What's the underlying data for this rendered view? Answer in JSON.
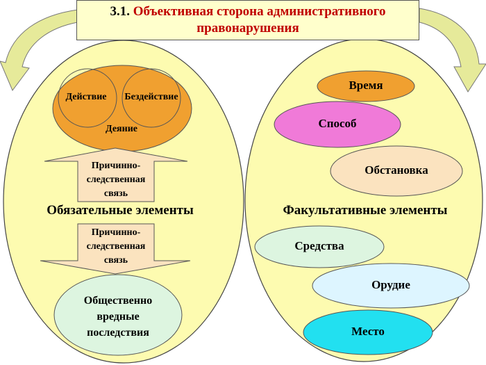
{
  "title": {
    "number": "3.1",
    "separator": ".",
    "line1": "Объективная сторона административного",
    "line2": "правонарушения"
  },
  "left": {
    "action": "Действие",
    "inaction": "Бездействие",
    "act": "Деяние",
    "causal_top": [
      "Причинно-",
      "следственная",
      "связь"
    ],
    "heading": "Обязательные элементы",
    "causal_bottom": [
      "Причинно-",
      "следственная",
      "связь"
    ],
    "consequences": [
      "Общественно",
      "вредные",
      "последствия"
    ]
  },
  "right": {
    "heading": "Факультативные элементы",
    "items": [
      "Время",
      "Способ",
      "Обстановка",
      "Средства",
      "Орудие",
      "Место"
    ]
  },
  "colors": {
    "background": "#ffffff",
    "big_oval": "#fdfbb0",
    "curved_arrow": "#e6ea9a",
    "title_bg": "#ffffcc",
    "title_text": "#c00000",
    "act_oval": "#f0a030",
    "causal_arrow": "#fbe3bf",
    "consequence_oval": "#ddf5e0",
    "time": "#f0a030",
    "method": "#f07ad8",
    "environment": "#fbe3bf",
    "means": "#ddf5e0",
    "tool": "#ddf5ff",
    "place": "#22e0f0"
  }
}
